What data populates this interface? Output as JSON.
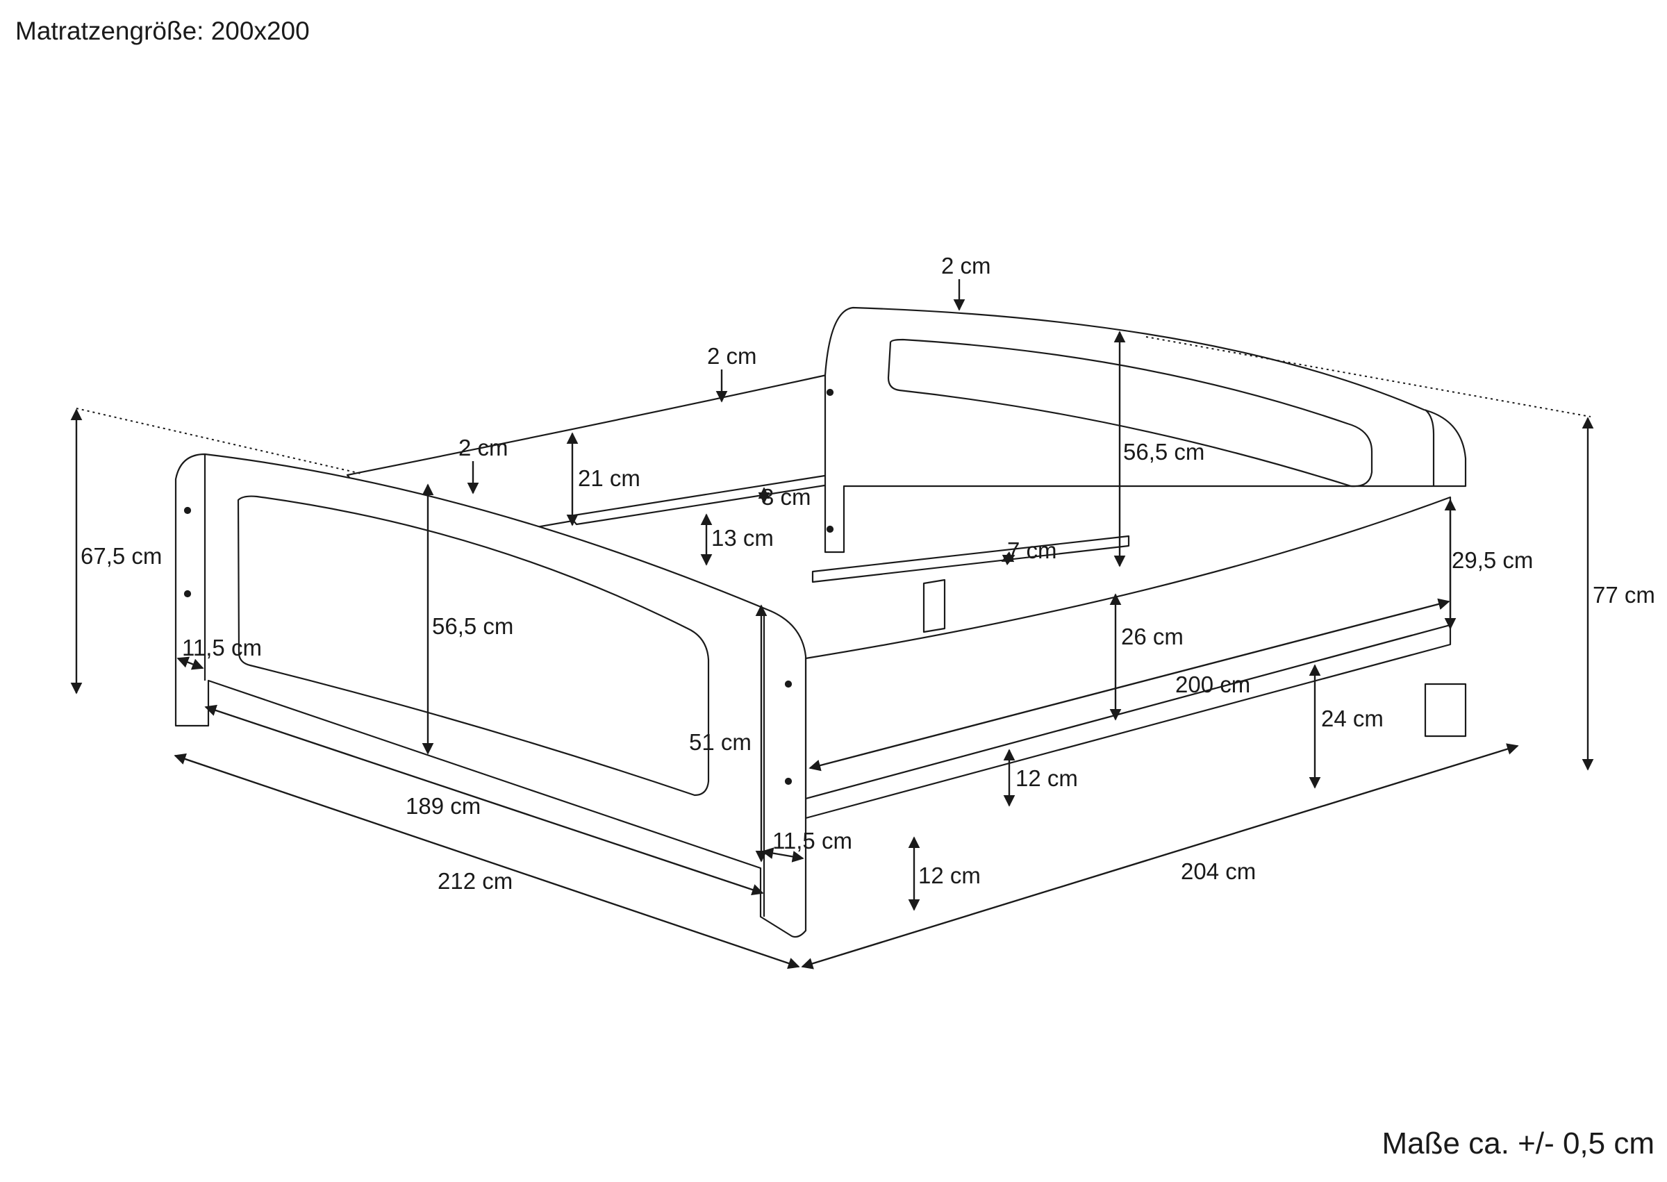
{
  "title": "Matratzengröße: 200x200",
  "note": "Maße ca. +/- 0,5 cm",
  "dimensions": {
    "total_height": "77 cm",
    "footboard_height": "67,5 cm",
    "total_length": "212 cm",
    "total_width": "204 cm",
    "inner_width": "189 cm",
    "inner_length": "200 cm",
    "headboard_panel": "56,5 cm",
    "footboard_panel": "56,5 cm",
    "headboard_thickness": "2 cm",
    "side_rail_thickness": "2 cm",
    "footboard_thickness": "2 cm",
    "side_rail_height": "21 cm",
    "ledge_thickness": "3 cm",
    "ledge_height": "13 cm",
    "slat_width": "7 cm",
    "side_panel_height": "29,5 cm",
    "side_inner_height": "26 cm",
    "leg_width_left": "11,5 cm",
    "leg_width_front": "11,5 cm",
    "leg_height": "51 cm",
    "front_rail_height": "24 cm",
    "underbed_clearance": "12 cm",
    "floor_clearance": "12 cm"
  }
}
